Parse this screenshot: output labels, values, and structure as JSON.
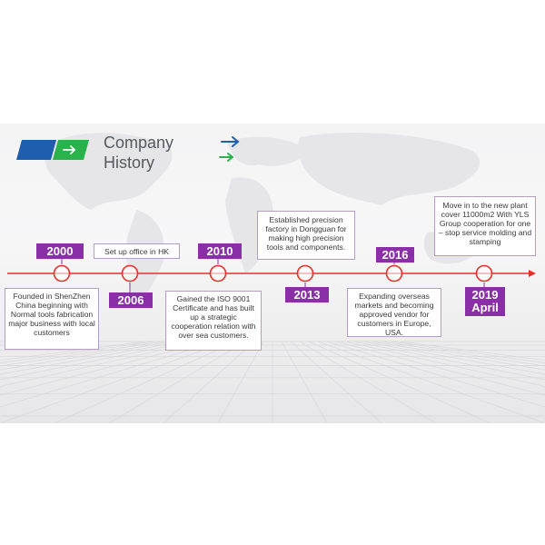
{
  "title": {
    "line1": "Company",
    "line2": "History"
  },
  "colors": {
    "accent_purple": "#8a2fa8",
    "timeline_red": "#e8302a",
    "logo_blue": "#1d5fae",
    "logo_green": "#2ab34b"
  },
  "icons": {
    "logo_left": "blue-parallelogram",
    "logo_right": "green-arrow-tile",
    "deco": "blue-green-arrows"
  },
  "milestones": [
    {
      "year": "2000",
      "text": "Founded in ShenZhen China beginning with Normal tools fabrication major business with local customers"
    },
    {
      "year": "2006",
      "text": "Set up office in HK"
    },
    {
      "year": "2010",
      "text": "Gained the ISO 9001 Certificate and has built up a strategic cooperation relation with over sea customers."
    },
    {
      "year": "2013",
      "text": "Established precision factory in Dongguan for making high precision tools and components."
    },
    {
      "year": "2016",
      "text": "Expanding overseas markets and becoming approved vendor for customers in Europe, USA."
    },
    {
      "year_line1": "2019",
      "year_line2": "April",
      "text": "Move in to the new plant cover 11000m2 With YLS Group cooperation for one – stop service molding and stamping"
    }
  ]
}
